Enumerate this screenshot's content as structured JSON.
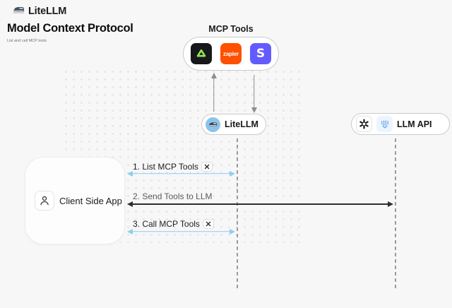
{
  "header": {
    "brand": "LiteLLM"
  },
  "title": "Model Context Protocol",
  "subtitle": "List and call MCP tools",
  "mcp": {
    "label": "MCP Tools",
    "tools": [
      {
        "name": "gumloop"
      },
      {
        "name": "zapier",
        "text": "zapier"
      },
      {
        "name": "stripe",
        "text": "S"
      }
    ]
  },
  "nodes": {
    "litellm": {
      "label": "LiteLLM"
    },
    "llm_api": {
      "label": "LLM API"
    },
    "client": {
      "label": "Client Side App"
    }
  },
  "messages": [
    {
      "label": "1. List MCP Tools",
      "tools_icon": true,
      "color": "#8fcdf1",
      "text_color": "#1e1e1e"
    },
    {
      "label": "2. Send Tools to LLM",
      "tools_icon": false,
      "color": "#2e2e2e",
      "text_color": "#5c5c5c"
    },
    {
      "label": "3. Call MCP Tools",
      "tools_icon": true,
      "color": "#8fcdf1",
      "text_color": "#1e1e1e"
    }
  ],
  "colors": {
    "background": "#f7f7f8",
    "zapier": "#ff4f00",
    "stripe": "#635bff",
    "tool_dark": "#17181c",
    "tool_green": "#97e44f",
    "arrow_gray": "#8d8d90"
  }
}
